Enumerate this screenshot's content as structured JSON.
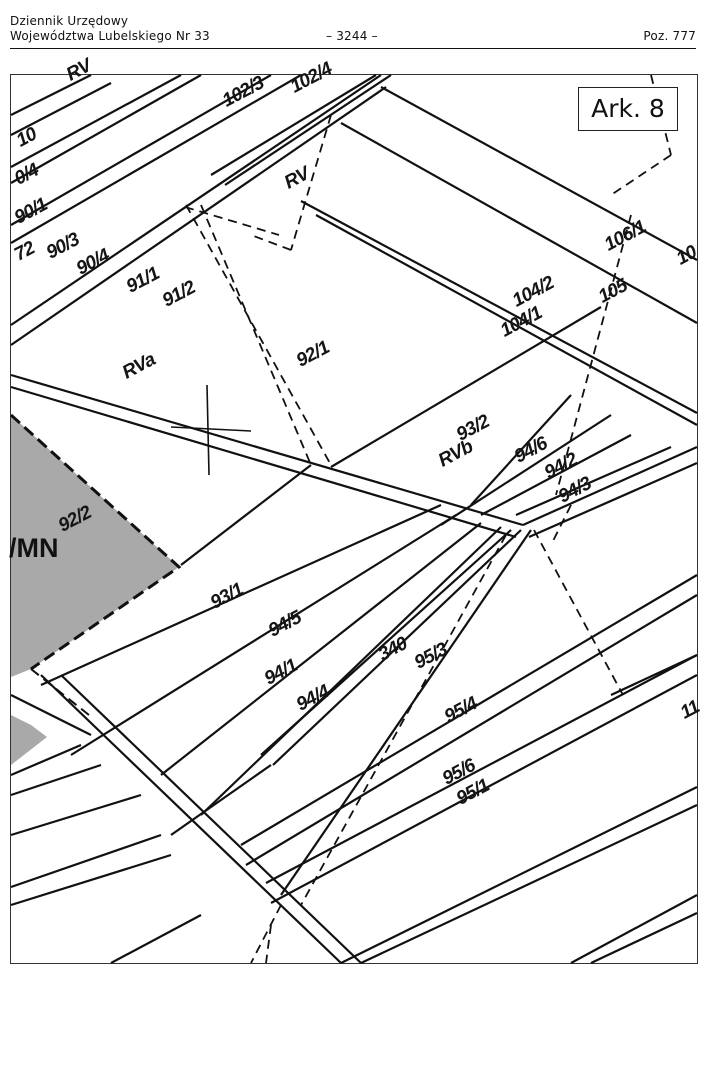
{
  "header": {
    "line1": "Dziennik Urzędowy",
    "line2": "Województwa Lubelskiego Nr 33",
    "page_number": "– 3244 –",
    "position": "Poz. 777"
  },
  "map": {
    "sheet_label": "Ark. 8",
    "zone_label": "/MN",
    "colors": {
      "zone_fill": "#a9a9a9",
      "lines": "#111111"
    },
    "plots": {
      "p102_3": "102/3",
      "p102_4": "102/4",
      "p10": "10",
      "p0_4": "0/4",
      "p90_1": "90/1",
      "p72": "72",
      "p90_3": "90/3",
      "p90_4": "90/4",
      "p91_1": "91/1",
      "p91_2": "91/2",
      "p92_1": "92/1",
      "p92_2": "92/2",
      "p93_1": "93/1",
      "p93_2": "93/2",
      "p94_1": "94/1",
      "p94_4": "94/4",
      "p94_5": "94/5",
      "p94_6": "94/6",
      "p94_2": "94/2",
      "p94_3": "94/3",
      "p95_3": "95/3",
      "p95_4": "95/4",
      "p95_6": "95/6",
      "p95_1": "95/1",
      "p340": "340",
      "p104_1": "104/1",
      "p104_2": "104/2",
      "p105": "105",
      "p106_1": "106/1",
      "p10x": "10",
      "p11": "11",
      "rv_top": "RV",
      "rv_ia": "RVa",
      "rv_ib": "RVb",
      "rv_corner": "RV"
    }
  }
}
